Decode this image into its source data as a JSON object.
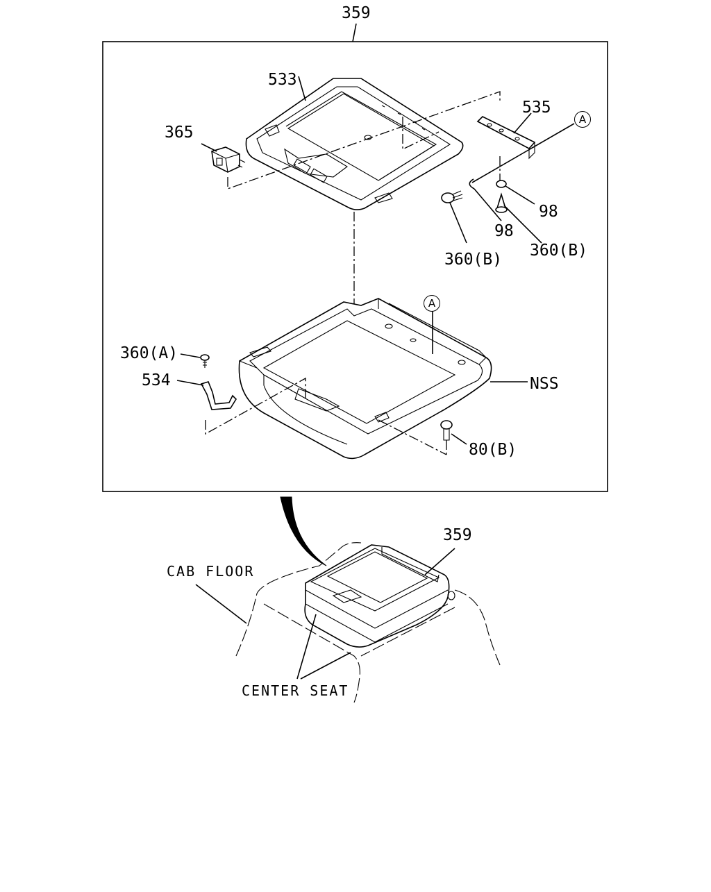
{
  "diagram": {
    "callouts": {
      "assembly_top": "359",
      "lid": "533",
      "switch": "365",
      "bracket_535": "535",
      "ref_a_top": "A",
      "ref_a_bottom": "A",
      "washer_right": "98",
      "washer_left": "98",
      "screw_b_left": "360(B)",
      "screw_b_right": "360(B)",
      "screw_a": "360(A)",
      "bracket_534": "534",
      "nss": "NSS",
      "clip": "80(B)",
      "assembly_bottom": "359",
      "cab_floor": "CAB FLOOR",
      "center_seat": "CENTER SEAT"
    }
  }
}
